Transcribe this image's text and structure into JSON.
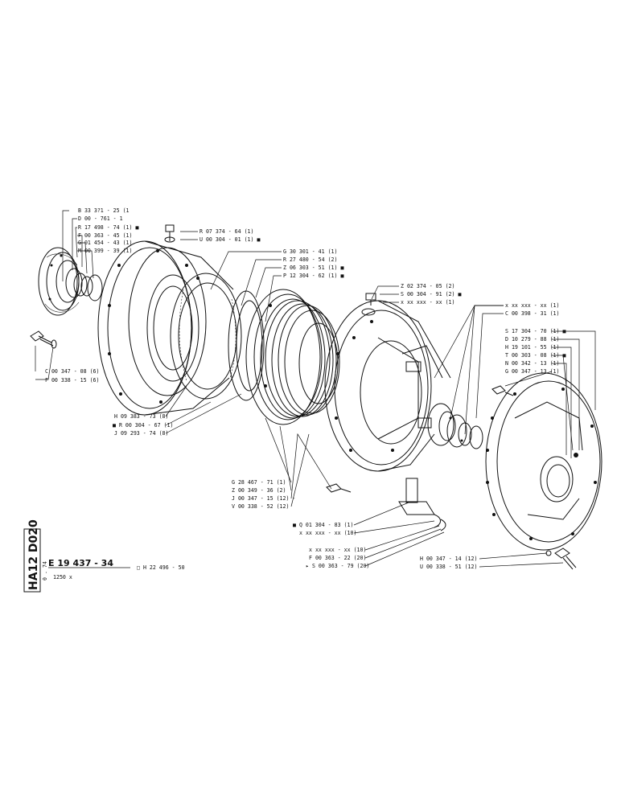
{
  "sheet": {
    "code": "HA12 D020",
    "ref_main": "E 19 437 - 34",
    "ref_sub": "□ H 22 496 - 50",
    "small_marker": "0 . 74",
    "model": "1250 x"
  },
  "callouts": {
    "top_left": [
      "B 33 3?1 - 25 (1",
      "D 00  - 761 - 1",
      "R 17 498 - 74 (1) ■",
      "F 00 363 - 45 (1)",
      "G 01 454 - 43 (1)",
      "M 00 399 - 39 (1)"
    ],
    "top_mid": [
      "R 07 374 - 64 (1)",
      "U 00 304 - 01 (1) ■"
    ],
    "top_center": [
      "G 30 301 - 41 (1)",
      "R 27 480 - 54 (2)",
      "Z 06 303 - 51 (1) ■",
      "P 12 304 - 62 (1) ■"
    ],
    "top_right_a": [
      "Z 02 374 - 05 (2)",
      "S 00 304 - 91 (2) ■",
      "x xx xxx - xx (1)"
    ],
    "top_right_b": [
      "x xx xxx - xx (1)",
      "C 00 398 - 31 (1)"
    ],
    "right": [
      "S 17 304 - 70 (1) ■",
      "D 10 279 - 88 (1)",
      "H 19 101 - 55 (1)",
      "T 00 303 - 08 (1) ■",
      "N 00 342 - 13 (1)",
      "G 00 347 - 13 (1)"
    ],
    "left_screws": [
      "C 00 347 - 08 (6)",
      "F 00 338 - 15 (6)"
    ],
    "left_mid": [
      "H 09 383 - 73 (8)",
      "■ R 00 304 - 67 (1)",
      "J 09 293 - 74 (8)"
    ],
    "bottom_center": [
      "G 28 467 - 71 (1)",
      "Z 00 349 - 36 (2)",
      "J 00 347 - 15 (12) -",
      "V 00 338 - 52 (12)"
    ],
    "bottom_center_b": [
      "■ Q 01 304 - 83 (1)",
      "x xx xxx - xx (10)"
    ],
    "bottom_lower": [
      "x xx xxx - xx (10)",
      "F 00 363 - 22 (20)",
      "▸ S 00 363 - 79 (20)"
    ],
    "bottom_right": [
      "H 00 347 - 14 (12)",
      "U 00 338 - 51 (12)"
    ]
  }
}
